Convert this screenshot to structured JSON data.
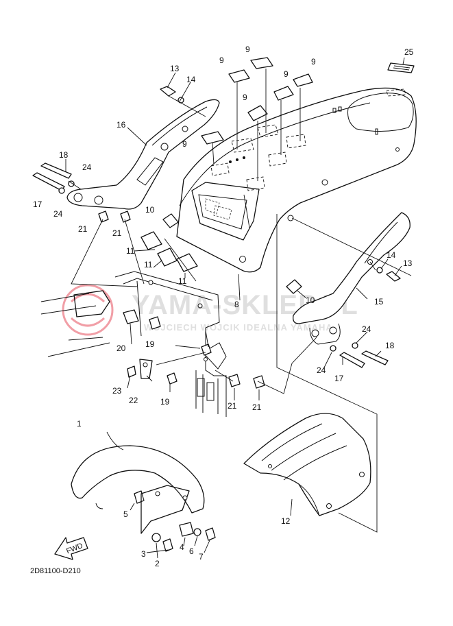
{
  "diagram_code": "2D81100-D210",
  "watermark": {
    "primary": "YAMA-SKLEP.PL",
    "secondary": "WOJCIECH WOJCIK IDEALNA YAMAHA"
  },
  "fwd_label": "FWD",
  "brand_color": "#e0283a",
  "callouts": {
    "c1": "1",
    "c2": "2",
    "c3": "3",
    "c4": "4",
    "c5": "5",
    "c6": "6",
    "c7": "7",
    "c8": "8",
    "c9a": "9",
    "c9b": "9",
    "c9c": "9",
    "c9d": "9",
    "c9e": "9",
    "c9f": "9",
    "c10a": "10",
    "c10b": "10",
    "c11a": "11",
    "c11b": "11",
    "c11c": "11",
    "c12": "12",
    "c13a": "13",
    "c13b": "13",
    "c14a": "14",
    "c14b": "14",
    "c15": "15",
    "c16": "16",
    "c17a": "17",
    "c17b": "17",
    "c18a": "18",
    "c18b": "18",
    "c19a": "19",
    "c19b": "19",
    "c20": "20",
    "c21a": "21",
    "c21b": "21",
    "c21c": "21",
    "c21d": "21",
    "c22": "22",
    "c23": "23",
    "c24a": "24",
    "c24b": "24",
    "c24c": "24",
    "c24d": "24",
    "c25": "25"
  }
}
